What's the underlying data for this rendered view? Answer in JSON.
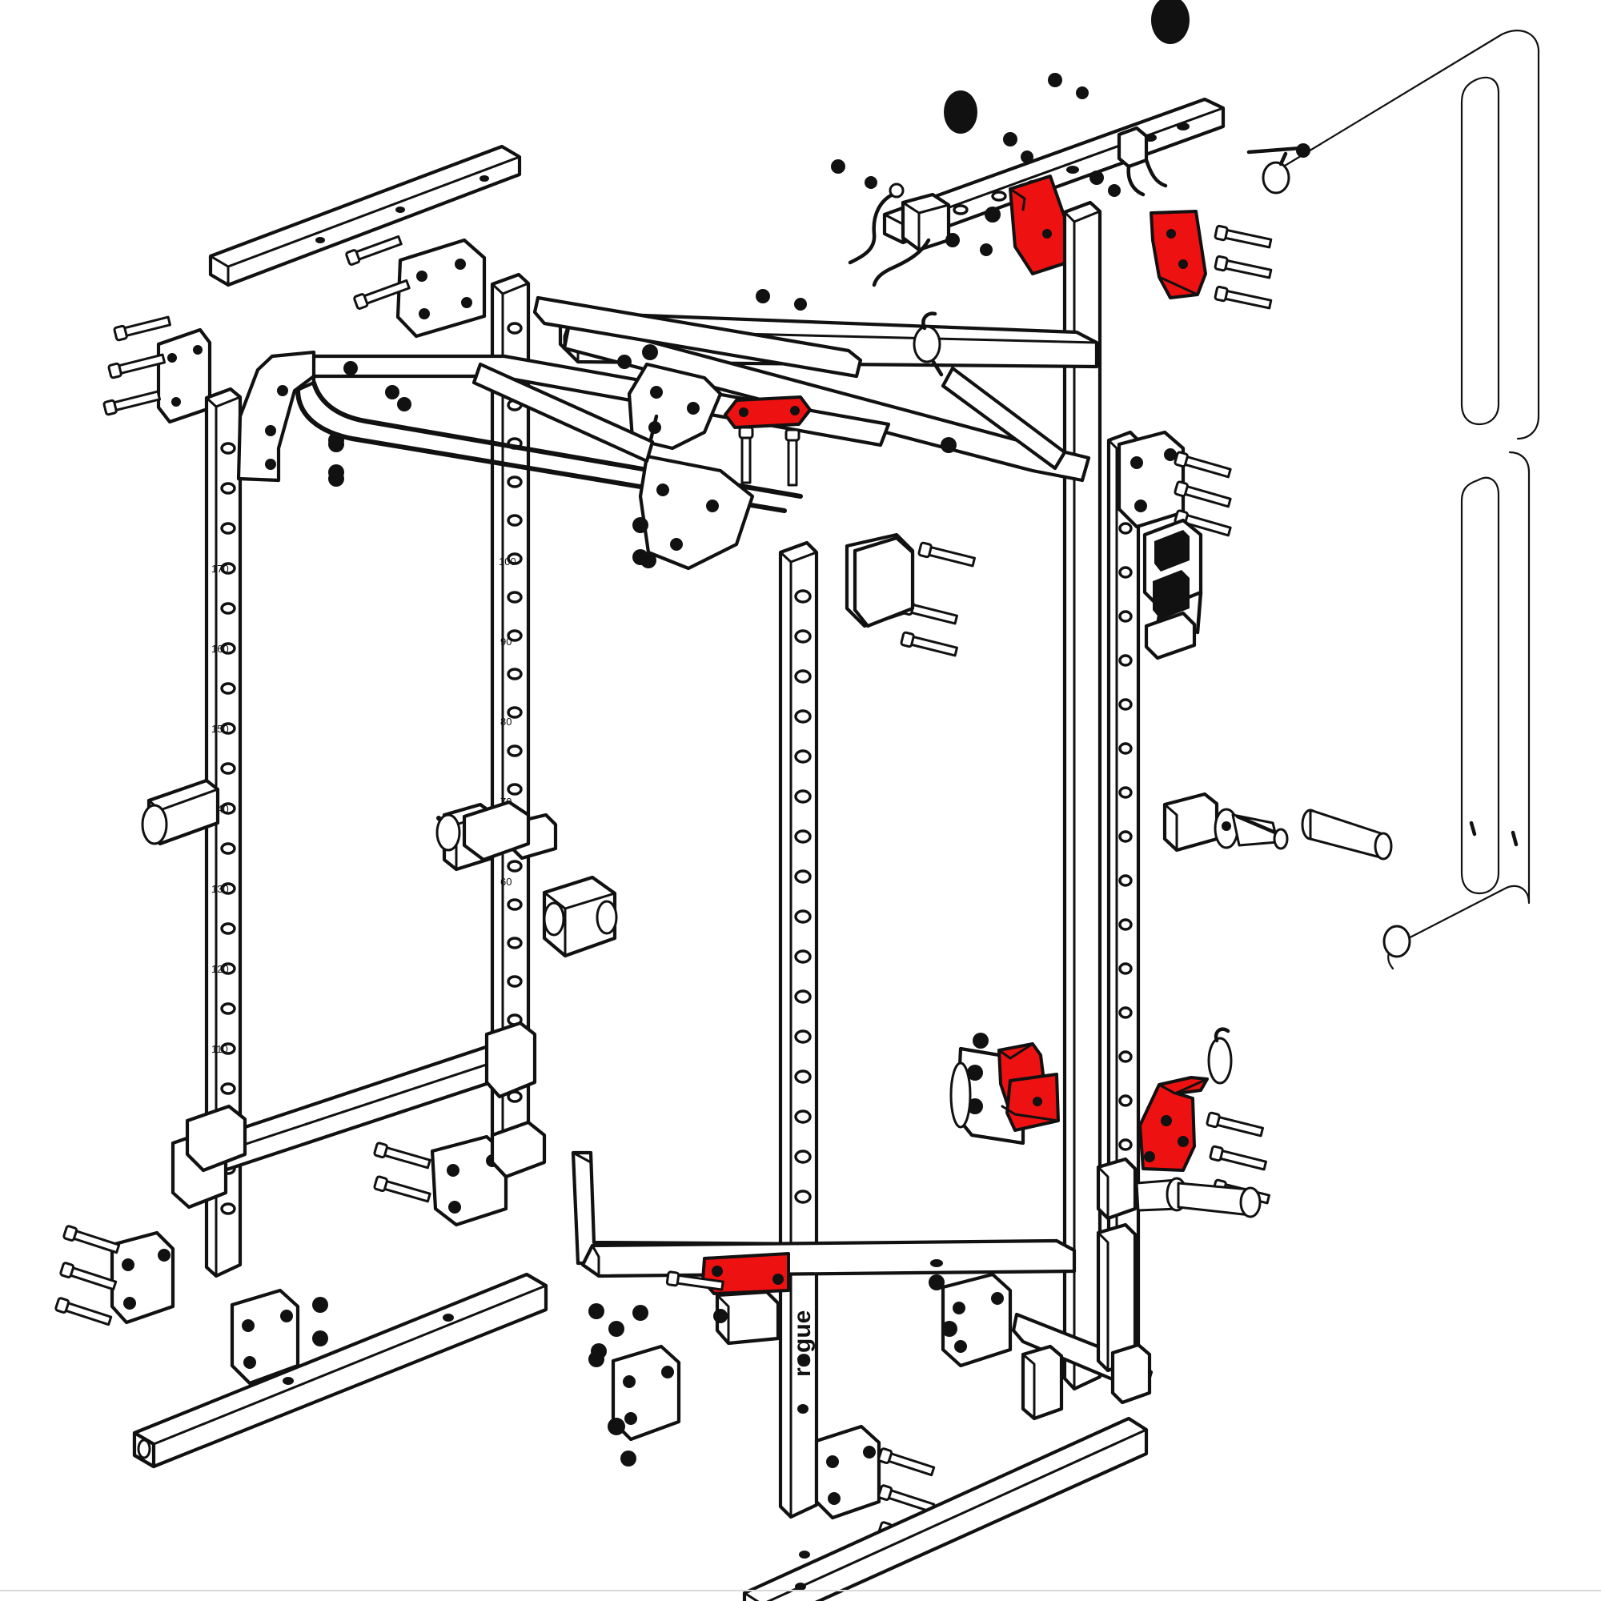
{
  "document": {
    "type": "exploded-assembly-diagram",
    "subject": "power rack / squat rack",
    "brand_mark": "rogue",
    "background_color": "#ffffff",
    "line_color": "#111111",
    "highlight_color": "#ee1111",
    "highlight_meaning": "replacement / featured parts shown in red"
  },
  "upright_numbers": {
    "left_upright": [
      "170",
      "160",
      "150",
      "140",
      "130",
      "120",
      "110"
    ],
    "center_upright": [
      "100",
      "90",
      "80",
      "70",
      "60"
    ]
  },
  "parts": {
    "highlighted": [
      {
        "name": "triangle-gusset-plate-top-left",
        "color": "#ee1111"
      },
      {
        "name": "triangle-gusset-plate-top-right",
        "color": "#ee1111"
      },
      {
        "name": "flat-strap-plate-center",
        "color": "#ee1111"
      },
      {
        "name": "j-cup-bracket-lower",
        "color": "#ee1111"
      },
      {
        "name": "triangle-gusset-plate-lower-right",
        "color": "#ee1111"
      },
      {
        "name": "flat-strap-plate-lower",
        "color": "#ee1111"
      }
    ],
    "frame": [
      {
        "name": "upright-left"
      },
      {
        "name": "upright-center-left"
      },
      {
        "name": "upright-center-right"
      },
      {
        "name": "upright-right"
      },
      {
        "name": "crossmember-top-front"
      },
      {
        "name": "crossmember-top-rear"
      },
      {
        "name": "crossmember-top-side"
      },
      {
        "name": "base-foot-left"
      },
      {
        "name": "base-foot-right"
      },
      {
        "name": "base-crossmember"
      },
      {
        "name": "pull-up-bar-multi-grip"
      },
      {
        "name": "pull-up-bar-straight"
      },
      {
        "name": "gusset-plate"
      },
      {
        "name": "safety-spotter-arm"
      },
      {
        "name": "j-cup"
      },
      {
        "name": "weight-horn-pin"
      },
      {
        "name": "band-peg"
      },
      {
        "name": "landmine-handle"
      },
      {
        "name": "carabiner-clip"
      },
      {
        "name": "resistance-band-long"
      },
      {
        "name": "resistance-band-short"
      },
      {
        "name": "hardware-bolt"
      },
      {
        "name": "hardware-nut"
      }
    ]
  }
}
